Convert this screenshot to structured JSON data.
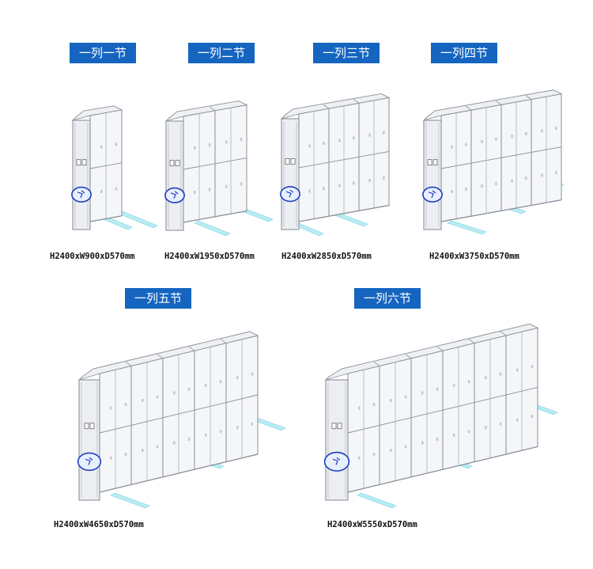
{
  "products": [
    {
      "label": "一列一节",
      "size": "H2400xW900xD570mm"
    },
    {
      "label": "一列二节",
      "size": "H2400xW1950xD570mm"
    },
    {
      "label": "一列三节",
      "size": "H2400xW2850xD570mm"
    },
    {
      "label": "一列四节",
      "size": "H2400xW3750xD570mm"
    },
    {
      "label": "一列五节",
      "size": "H2400xW4650xD570mm"
    },
    {
      "label": "一列六节",
      "size": "H2400xW5550xD570mm"
    }
  ]
}
